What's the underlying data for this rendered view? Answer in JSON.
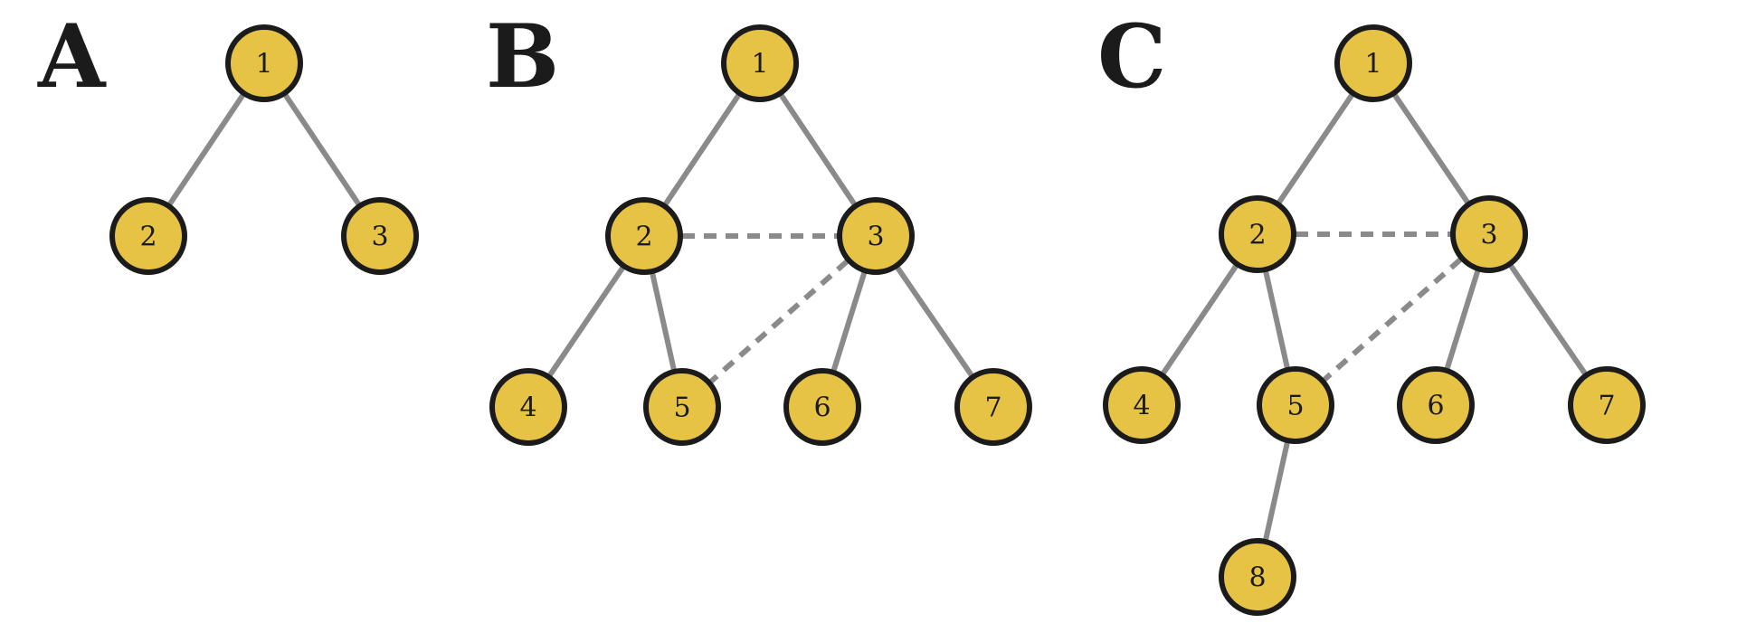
{
  "colors": {
    "node_fill": "#E6C245",
    "node_stroke": "#1B1B1B",
    "edge": "#8A8A8A",
    "label": "#1B1B1B"
  },
  "panels": [
    {
      "letter": "A",
      "nodes": [
        "1",
        "2",
        "3"
      ],
      "edges": [
        {
          "from": "1",
          "to": "2",
          "style": "solid"
        },
        {
          "from": "1",
          "to": "3",
          "style": "solid"
        }
      ]
    },
    {
      "letter": "B",
      "nodes": [
        "1",
        "2",
        "3",
        "4",
        "5",
        "6",
        "7"
      ],
      "edges": [
        {
          "from": "1",
          "to": "2",
          "style": "solid"
        },
        {
          "from": "1",
          "to": "3",
          "style": "solid"
        },
        {
          "from": "2",
          "to": "3",
          "style": "dashed"
        },
        {
          "from": "2",
          "to": "4",
          "style": "solid"
        },
        {
          "from": "2",
          "to": "5",
          "style": "solid"
        },
        {
          "from": "3",
          "to": "5",
          "style": "dashed"
        },
        {
          "from": "3",
          "to": "6",
          "style": "solid"
        },
        {
          "from": "3",
          "to": "7",
          "style": "solid"
        }
      ]
    },
    {
      "letter": "C",
      "nodes": [
        "1",
        "2",
        "3",
        "4",
        "5",
        "6",
        "7",
        "8"
      ],
      "edges": [
        {
          "from": "1",
          "to": "2",
          "style": "solid"
        },
        {
          "from": "1",
          "to": "3",
          "style": "solid"
        },
        {
          "from": "2",
          "to": "3",
          "style": "dashed"
        },
        {
          "from": "2",
          "to": "4",
          "style": "solid"
        },
        {
          "from": "2",
          "to": "5",
          "style": "solid"
        },
        {
          "from": "3",
          "to": "5",
          "style": "dashed"
        },
        {
          "from": "3",
          "to": "6",
          "style": "solid"
        },
        {
          "from": "3",
          "to": "7",
          "style": "solid"
        },
        {
          "from": "5",
          "to": "8",
          "style": "solid"
        }
      ]
    }
  ]
}
